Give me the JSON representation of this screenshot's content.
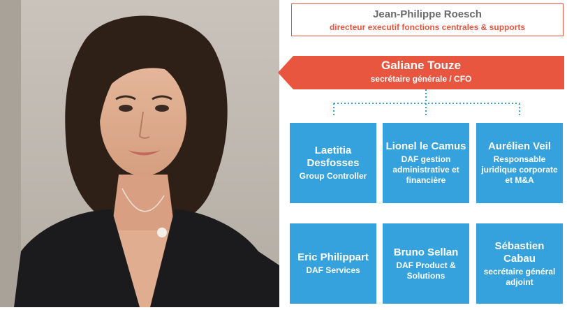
{
  "top": {
    "name": "Jean-Philippe Roesch",
    "title": "directeur executif fonctions centrales & supports"
  },
  "head": {
    "name": "Galiane Touze",
    "title": "secrétaire générale / CFO"
  },
  "cards": [
    {
      "name": "Laetitia Desfosses",
      "role": "Group Controller"
    },
    {
      "name": "Lionel le Camus",
      "role": "DAF gestion administrative et financière"
    },
    {
      "name": "Aurélien Veil",
      "role": "Responsable juridique corporate et M&A"
    },
    {
      "name": "Eric Philippart",
      "role": "DAF Services"
    },
    {
      "name": "Bruno Sellan",
      "role": "DAF Product & Solutions"
    },
    {
      "name": "Sébastien Cabau",
      "role": "secrétaire général adjoint"
    }
  ],
  "colors": {
    "accent_red": "#e8563f",
    "card_blue": "#35a2de",
    "connector": "#35a2de",
    "top_name_gray": "#6b6b6b"
  }
}
